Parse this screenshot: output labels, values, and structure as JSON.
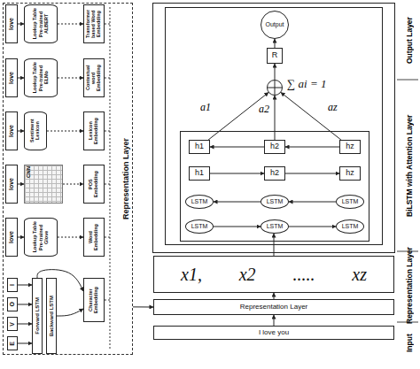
{
  "diagram": {
    "nodes": [
      {
        "text": [
          "Representation Layer"
        ]
      },
      {
        "text": [
          "love"
        ],
        "in": 0
      },
      {
        "text": [
          "Lookup Table",
          "Pre-trained ALBERT"
        ],
        "in": 0
      },
      {
        "text": [
          "Transformer based Word Embedding"
        ],
        "in": 0
      },
      {
        "text": [
          "love"
        ],
        "in": 0
      },
      {
        "text": [
          "Lookup Table",
          "Pre-trained ELMo"
        ],
        "in": 0
      },
      {
        "text": [
          "Contextual word Embedding"
        ],
        "in": 0
      },
      {
        "text": [
          "love"
        ],
        "in": 0
      },
      {
        "text": [
          "Sentiment Lexicon"
        ],
        "in": 0
      },
      {
        "text": [
          "Lexicon Embedding"
        ],
        "in": 0
      },
      {
        "text": [
          "love"
        ],
        "in": 0
      },
      {
        "text": [
          "CNN"
        ],
        "in": 0
      },
      {
        "text": [
          "POS Embedding"
        ],
        "in": 0
      },
      {
        "text": [
          "love"
        ],
        "in": 0
      },
      {
        "text": [
          "Lookup Table",
          "Pre-trained Glove"
        ],
        "in": 0
      },
      {
        "text": [
          "Word Embedding"
        ],
        "in": 0
      },
      {
        "text": [
          "I"
        ],
        "in": 0
      },
      {
        "text": [
          "O"
        ],
        "in": 0
      },
      {
        "text": [
          "V"
        ],
        "in": 0
      },
      {
        "text": [
          "E"
        ],
        "in": 0
      },
      {
        "text": [
          "Forward LSTM"
        ],
        "in": 0
      },
      {
        "text": [
          "Backward LSTM"
        ],
        "in": 0
      },
      {
        "text": [
          "Character Embedding"
        ],
        "in": 0
      },
      {
        "text": [
          "Output"
        ]
      },
      {
        "text": [
          "R"
        ]
      },
      {
        "text": [
          "∑ ai = 1"
        ]
      },
      {
        "text": [
          "h1"
        ]
      },
      {
        "text": [
          "h2"
        ]
      },
      {
        "text": [
          "hz"
        ]
      },
      {
        "text": [
          "h1"
        ]
      },
      {
        "text": [
          "h2"
        ]
      },
      {
        "text": [
          "hz"
        ]
      },
      {
        "text": [
          "LSTM"
        ]
      },
      {
        "text": [
          "LSTM"
        ]
      },
      {
        "text": [
          "LSTM"
        ]
      },
      {
        "text": [
          "LSTM"
        ]
      },
      {
        "text": [
          "LSTM"
        ]
      },
      {
        "text": [
          "LSTM"
        ]
      },
      {
        "text": [
          "x1,",
          "x2",
          ".....",
          "xz"
        ]
      },
      {
        "text": [
          "Representation Layer"
        ]
      },
      {
        "text": [
          "I love you"
        ]
      }
    ],
    "edges": [
      {
        "from": 0,
        "to": 39,
        "arrow": "to"
      },
      {
        "from": 1,
        "to": 2,
        "arrow": "to"
      },
      {
        "from": 2,
        "to": 3,
        "arrow": "to"
      },
      {
        "from": 4,
        "to": 5,
        "arrow": "to"
      },
      {
        "from": 5,
        "to": 6,
        "arrow": "to"
      },
      {
        "from": 7,
        "to": 8,
        "arrow": "to"
      },
      {
        "from": 8,
        "to": 9,
        "arrow": "to"
      },
      {
        "from": 10,
        "to": 11,
        "arrow": "to"
      },
      {
        "from": 11,
        "to": 12,
        "arrow": "to"
      },
      {
        "from": 13,
        "to": 14,
        "arrow": "to"
      },
      {
        "from": 14,
        "to": 15,
        "arrow": "to"
      },
      {
        "from": 16,
        "to": 20,
        "arrow": "to"
      },
      {
        "from": 17,
        "to": 20,
        "arrow": "to"
      },
      {
        "from": 18,
        "to": 20,
        "arrow": "to"
      },
      {
        "from": 19,
        "to": 20,
        "arrow": "to"
      },
      {
        "from": 20,
        "to": 22,
        "arrow": "to"
      },
      {
        "from": 21,
        "to": 22,
        "arrow": "to"
      },
      {
        "from": 40,
        "to": 39,
        "arrow": "to"
      },
      {
        "from": 39,
        "to": 38,
        "arrow": "to"
      },
      {
        "from": 38,
        "to": 36,
        "arrow": "to"
      },
      {
        "from": 35,
        "to": 36,
        "arrow": "to"
      },
      {
        "from": 36,
        "to": 37,
        "arrow": "to"
      },
      {
        "from": 34,
        "to": 33,
        "arrow": "to"
      },
      {
        "from": 33,
        "to": 32,
        "arrow": "to"
      },
      {
        "from": 29,
        "to": 30,
        "arrow": "to"
      },
      {
        "from": 30,
        "to": 31,
        "arrow": "to"
      },
      {
        "from": 28,
        "to": 27,
        "arrow": "to"
      },
      {
        "from": 27,
        "to": 26,
        "arrow": "to"
      },
      {
        "from": 26,
        "to": 25,
        "label": "a1",
        "arrow": "to"
      },
      {
        "from": 27,
        "to": 25,
        "label": "a2",
        "arrow": "to"
      },
      {
        "from": 28,
        "to": 25,
        "label": "az",
        "arrow": "to"
      },
      {
        "from": 25,
        "to": 24,
        "arrow": "to"
      },
      {
        "from": 24,
        "to": 23,
        "arrow": "to"
      }
    ],
    "labels": [
      "Output Layer",
      "BiLSTM with Attention Layer",
      "Representation Layer",
      "Input"
    ]
  }
}
